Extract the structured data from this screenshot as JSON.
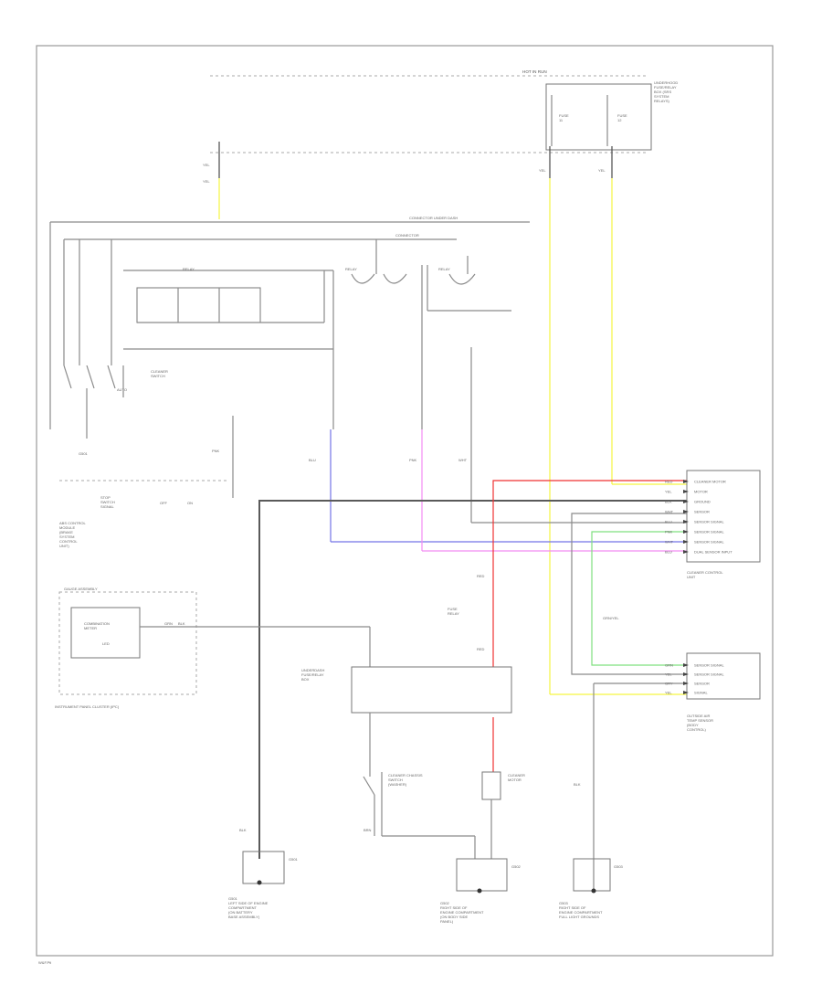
{
  "page": {
    "footer_code": "W&F.Ptl",
    "frame_color": "#9a9a9a"
  },
  "wire_colors": {
    "yellow": "#f5f541",
    "red": "#ef3232",
    "blue": "#7373e6",
    "pink": "#f28cf2",
    "green": "#7fe07f",
    "black": "#4a4a4a",
    "gray": "#8a8a8a"
  },
  "top_bus": {
    "label": "HOT IN RUN"
  },
  "labels": {
    "fuse_box": "UNDERHOOD\nFUSE/RELAY\nBOX (SRS\nSYSTEM\nRELAYS)",
    "fuse_a": "FUSE\n11",
    "fuse_b": "FUSE\n12",
    "left_wire_a": "YEL",
    "left_wire_b": "YEL",
    "right_wire_a": "YEL",
    "right_wire_b": "YEL",
    "bus_label_1": "CONNECTOR UNDER DASH",
    "bus_label_2": "CONNECTOR",
    "relay_1": "RELAY",
    "relay_2": "RELAY",
    "relay_3": "RELAY",
    "sw_label": "CLEANER\nSWITCH",
    "sw_sub": "AUTO",
    "gnd_left": "G501",
    "ecu_box_label": "ABS CONTROL\nMODULE\n(BRAKE\nSYSTEM\nCONTROL\nUNIT)",
    "ecu_wire_1": "PNK",
    "ecu_wire_2": "BLU",
    "ecu_wire_3": "PNK",
    "ecu_wire_4": "WHT",
    "sensor_row_1": "OFF",
    "sensor_row_2": "ON",
    "sensor_label": "STOP\nSWITCH\nSIGNAL",
    "cluster_title": "GAUGE ASSEMBLY",
    "cluster_box_a": "COMBINATION\nMETER",
    "cluster_box_b": "LED",
    "cluster_caption": "INSTRUMENT PANEL CLUSTER (IPC)",
    "cluster_wire": "GRN",
    "cluster_wire_2": "BLK",
    "red_label": "RED",
    "red_label_2": "RED",
    "middle_box_label": "UNDERDASH\nFUSE/RELAY\nBOX",
    "relay_note": "FUSE\nRELAY",
    "module_right_1": "CLEANER CONTROL\nUNIT",
    "module_right_2": "OUTSIDE AIR\nTEMP SENSOR\n(BODY\nCONTROL)",
    "pin_labels_1": [
      "CLEANER MOTOR",
      "MOTOR",
      "GROUND",
      "SENSOR",
      "SENSOR SIGNAL",
      "SENSOR SIGNAL",
      "SENSOR SIGNAL",
      "DUAL SENSOR INPUT"
    ],
    "pin_colors_1": [
      "RED",
      "YEL",
      "BLK",
      "WHT",
      "BLU",
      "PNK",
      "WHT",
      "BLU"
    ],
    "pin_labels_2": [
      "SENSOR SIGNAL",
      "SENSOR SIGNAL",
      "SENSOR",
      "SIGNAL"
    ],
    "pin_colors_2": [
      "GRN",
      "YEL",
      "GRY",
      "YEL"
    ],
    "gnd_1": "G501",
    "gnd_1_caption": "G501\nLEFT SIDE OF ENGINE\nCOMPARTMENT\n(ON BATTERY\nBASE ASSEMBLY)",
    "gnd_2": "G502",
    "gnd_2_caption": "G502\nRIGHT SIDE OF\nENGINE COMPARTMENT\n(ON BODY SIDE\nPANEL)",
    "gnd_3": "G503",
    "gnd_3_caption": "G503\nRIGHT SIDE OF\nENGINE COMPARTMENT\nFULL LIGHT GROUNDS",
    "sw_wash": "CLEANER CHASSIS\nSWITCH\n(WASHER)",
    "motor_label": "CLEANER\nMOTOR",
    "brn_wire": "BRN",
    "blk_wire": "BLK",
    "blk_wire_2": "BLK",
    "wire_note": "GRN/YEL"
  }
}
